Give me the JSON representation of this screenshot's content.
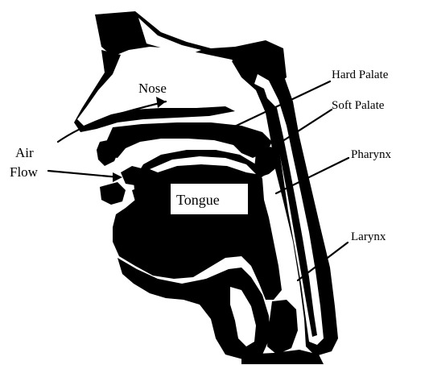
{
  "diagram": {
    "labels": {
      "nose": "Nose",
      "hard_palate": "Hard Palate",
      "soft_palate": "Soft Palate",
      "pharynx": "Pharynx",
      "larynx": "Larynx",
      "tongue": "Tongue",
      "air": "Air",
      "flow": "Flow"
    },
    "colors": {
      "ink": "#000000",
      "background": "#ffffff"
    }
  }
}
